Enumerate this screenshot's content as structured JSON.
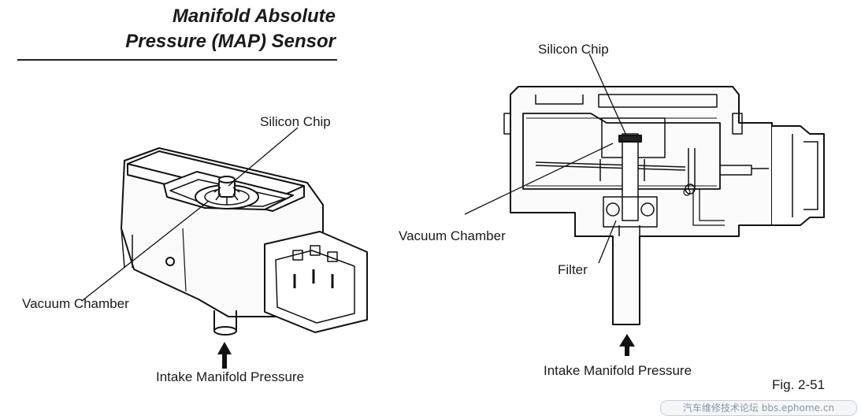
{
  "header": {
    "title_line1": "Manifold Absolute",
    "title_line2": "Pressure (MAP) Sensor"
  },
  "left_figure": {
    "label_silicon_chip": "Silicon Chip",
    "label_vacuum_chamber": "Vacuum Chamber",
    "label_intake": "Intake Manifold Pressure"
  },
  "right_figure": {
    "label_silicon_chip": "Silicon Chip",
    "label_vacuum_chamber": "Vacuum Chamber",
    "label_filter": "Filter",
    "label_intake": "Intake Manifold Pressure"
  },
  "figure_number": "Fig. 2-51",
  "watermark": "汽车维修技术论坛 bbs.ephome.cn"
}
